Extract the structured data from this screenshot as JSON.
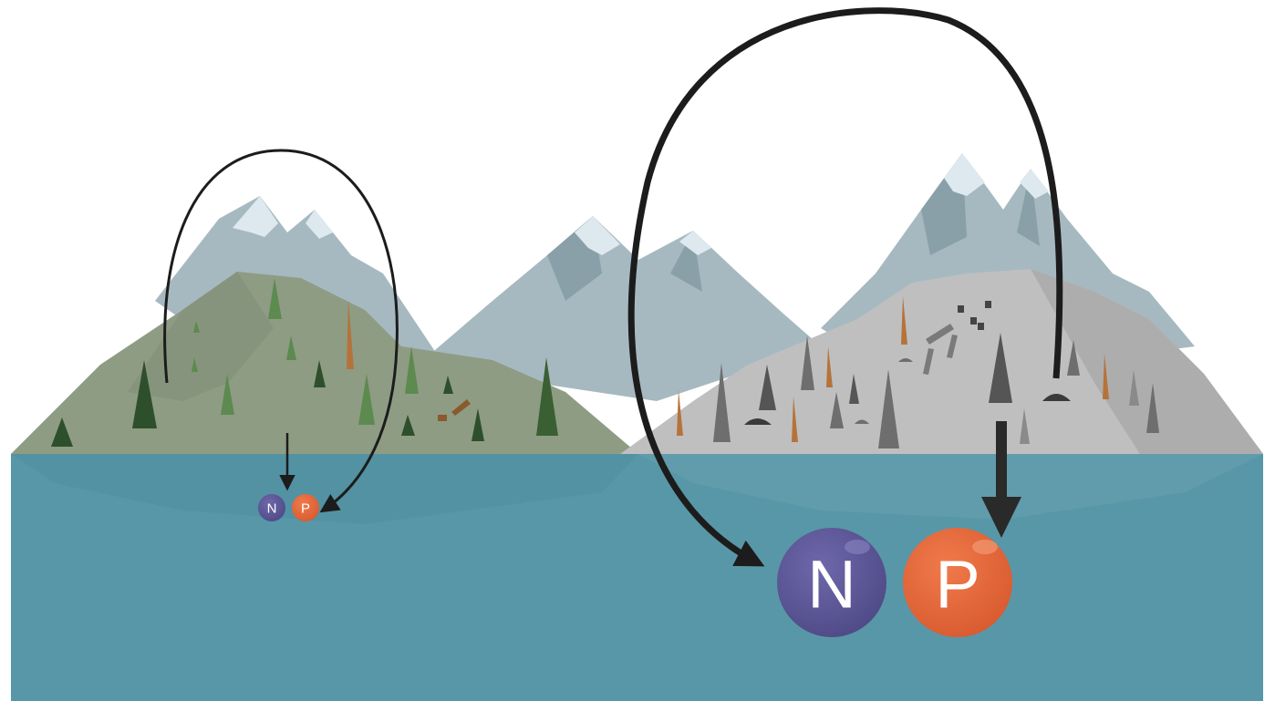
{
  "nutrients": {
    "left": {
      "n_label": "N",
      "p_label": "P"
    },
    "right": {
      "n_label": "N",
      "p_label": "P"
    }
  },
  "colors": {
    "water": "#5897a8",
    "water_shallow": "#4f8fa0",
    "snow": "#dde9ee",
    "rock": "#a6b9c0",
    "rock_dark": "#8aa0a8",
    "forest_hill": "#8e9c84",
    "cleared_hill": "#bfbfbf",
    "nitrogen": "#5b5597",
    "phosphorus": "#e56a3c",
    "arrow": "#1c1c1c"
  }
}
